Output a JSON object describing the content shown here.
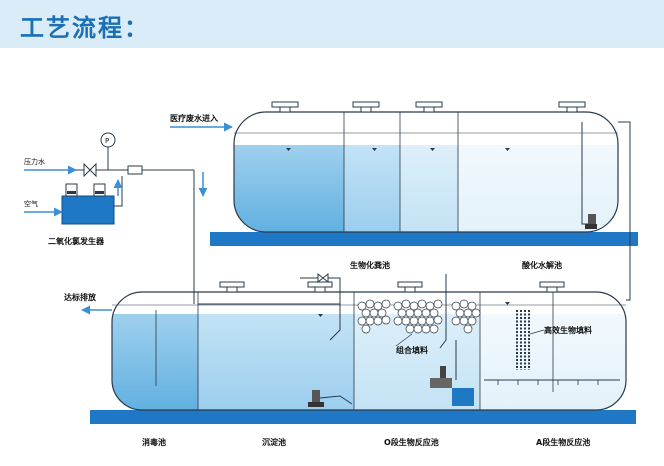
{
  "header": {
    "title": "工艺流程："
  },
  "colors": {
    "title": "#1a6fb5",
    "title_bg": "#d9ecf8",
    "base": "#1f78c6",
    "water_deep": "#8cc6ea",
    "water_mid": "#b6dcf3",
    "water_light": "#d5ebf8",
    "water_pale": "#e9f4fb",
    "pipe": "#2a3a4a",
    "arrow": "#3a8fd6"
  },
  "labels": {
    "inlet": "医疗废水进入",
    "pressure_water": "压力水",
    "air": "空气",
    "generator": "二氧化氯发生器",
    "pump_p": "P",
    "outlet": "达标排放",
    "bio_septic": "生物化粪池",
    "acid_tank": "酸化水解池",
    "filler_combo": "组合填料",
    "filler_high": "高效生物填料",
    "disinfect": "消毒池",
    "settle": "沉淀池",
    "o_stage": "O段生物反应池",
    "a_stage": "A段生物反应池"
  }
}
